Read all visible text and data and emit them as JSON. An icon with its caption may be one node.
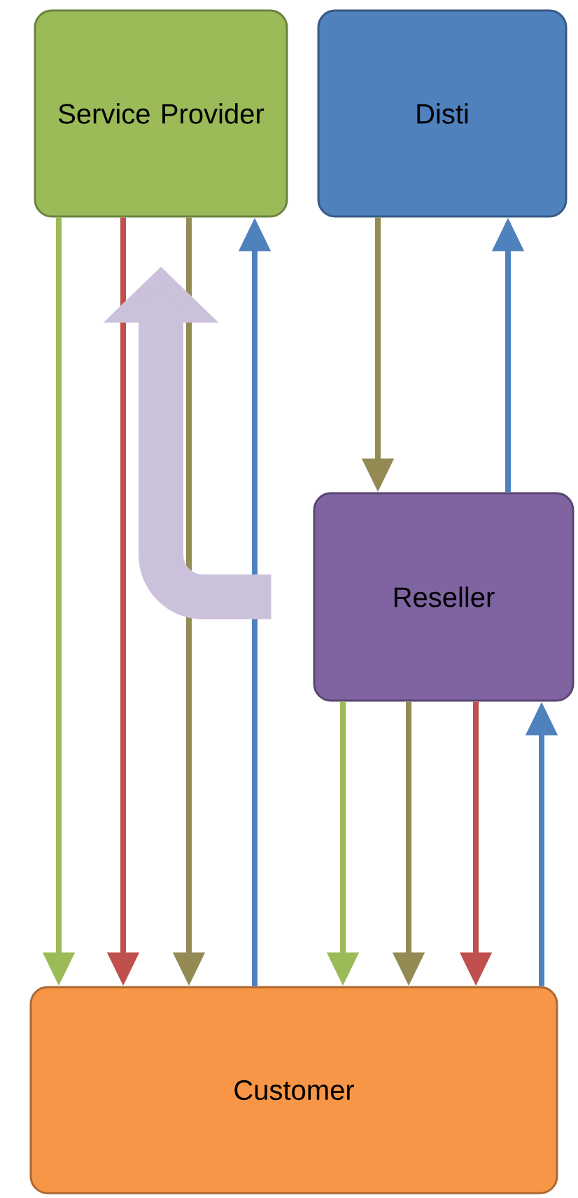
{
  "diagram": {
    "nodes": [
      {
        "text": [
          "Service Provider"
        ]
      },
      {
        "text": [
          "Disti"
        ]
      },
      {
        "text": [
          "Reseller"
        ]
      },
      {
        "text": [
          "Customer"
        ]
      }
    ],
    "edges": [
      {
        "from": 0,
        "to": 3,
        "arrow": "to",
        "color": "#9bbb59"
      },
      {
        "from": 0,
        "to": 3,
        "arrow": "to",
        "color": "#c0504d"
      },
      {
        "from": 0,
        "to": 3,
        "arrow": "to",
        "color": "#948a54"
      },
      {
        "from": 3,
        "to": 0,
        "arrow": "to",
        "color": "#4f81bd"
      },
      {
        "from": 1,
        "to": 2,
        "arrow": "to",
        "color": "#948a54"
      },
      {
        "from": 2,
        "to": 1,
        "arrow": "to",
        "color": "#4f81bd"
      },
      {
        "from": 2,
        "to": 3,
        "arrow": "to",
        "color": "#9bbb59"
      },
      {
        "from": 2,
        "to": 3,
        "arrow": "to",
        "color": "#948a54"
      },
      {
        "from": 2,
        "to": 3,
        "arrow": "to",
        "color": "#c0504d"
      },
      {
        "from": 3,
        "to": 2,
        "arrow": "to",
        "color": "#4f81bd"
      },
      {
        "from": 2,
        "to": 0,
        "arrow": "to",
        "color": "#ccc1da",
        "style": "thick"
      }
    ]
  }
}
